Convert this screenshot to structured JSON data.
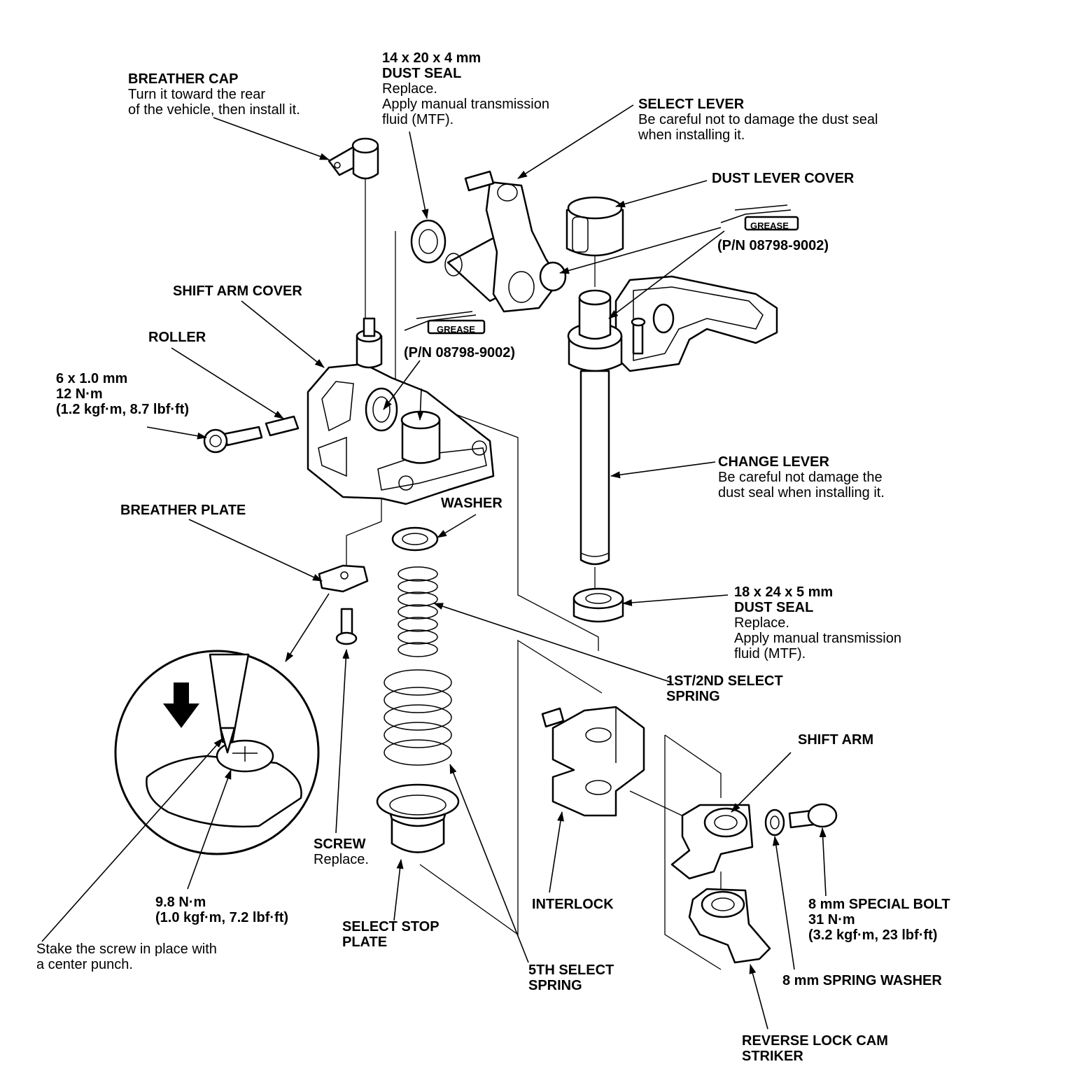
{
  "labels": {
    "breather_cap": {
      "title": "BREATHER CAP",
      "notes": [
        "Turn it toward the rear",
        "of the vehicle, then install it."
      ]
    },
    "dust_seal_top": {
      "size": "14 x 20 x 4 mm",
      "title": "DUST SEAL",
      "notes": [
        "Replace.",
        "Apply manual transmission",
        "fluid (MTF)."
      ]
    },
    "select_lever": {
      "title": "SELECT LEVER",
      "notes": [
        "Be careful not to damage the dust seal",
        "when installing it."
      ]
    },
    "dust_lever_cover": {
      "title": "DUST LEVER COVER"
    },
    "grease_right": {
      "tag": "GREASE",
      "pn": "(P/N 08798-9002)"
    },
    "grease_mid": {
      "tag": "GREASE",
      "pn": "(P/N 08798-9002)"
    },
    "shift_arm_cover": {
      "title": "SHIFT ARM COVER"
    },
    "roller": {
      "title": "ROLLER"
    },
    "bolt_6mm": {
      "lines": [
        "6 x 1.0 mm",
        "12 N·m",
        "(1.2 kgf·m, 8.7 lbf·ft)"
      ]
    },
    "change_lever": {
      "title": "CHANGE LEVER",
      "notes": [
        "Be careful not damage the",
        "dust seal when installing it."
      ]
    },
    "breather_plate": {
      "title": "BREATHER PLATE"
    },
    "washer": {
      "title": "WASHER"
    },
    "dust_seal_bottom": {
      "size": "18 x 24 x 5 mm",
      "title": "DUST SEAL",
      "notes": [
        "Replace.",
        "Apply manual transmission",
        "fluid (MTF)."
      ]
    },
    "select_spring_1st2nd": {
      "lines": [
        "1ST/2ND SELECT",
        "SPRING"
      ]
    },
    "shift_arm": {
      "title": "SHIFT ARM"
    },
    "screw": {
      "title": "SCREW",
      "notes": [
        "Replace."
      ]
    },
    "torque_screw": {
      "lines": [
        "9.8 N·m",
        "(1.0 kgf·m, 7.2 lbf·ft)"
      ]
    },
    "interlock": {
      "title": "INTERLOCK"
    },
    "special_bolt": {
      "lines": [
        "8 mm SPECIAL BOLT",
        "31 N·m",
        "(3.2 kgf·m, 23 lbf·ft)"
      ]
    },
    "select_stop_plate": {
      "lines": [
        "SELECT STOP",
        "PLATE"
      ]
    },
    "stake_note": {
      "notes": [
        "Stake the screw in place with",
        "a center punch."
      ]
    },
    "select_spring_5th": {
      "lines": [
        "5TH SELECT",
        "SPRING"
      ]
    },
    "spring_washer": {
      "title": "8 mm SPRING WASHER"
    },
    "reverse_lock": {
      "lines": [
        "REVERSE LOCK CAM",
        "STRIKER"
      ]
    }
  }
}
